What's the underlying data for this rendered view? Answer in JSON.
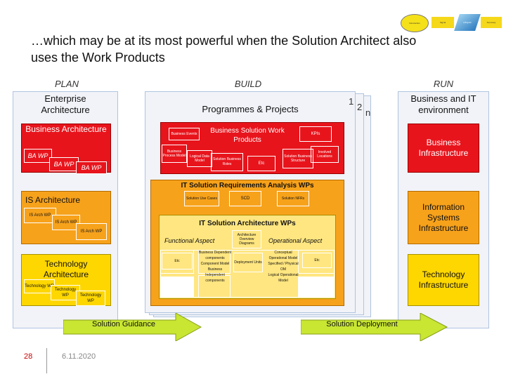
{
  "slide": {
    "title_line1": "…which may be at its most powerful when the Solution Architect also",
    "title_line2": "uses the Work Products",
    "page_number": "28",
    "date": "6.11.2020"
  },
  "nav": {
    "items": [
      {
        "label": "Introduction"
      },
      {
        "label": "Signal"
      },
      {
        "label": "Lifecycle"
      },
      {
        "label": "Summary"
      }
    ]
  },
  "columns": {
    "plan": "PLAN",
    "build": "BUILD",
    "run": "RUN"
  },
  "enterprise": {
    "title": "Enterprise Architecture",
    "business_arch": "Business Architecture",
    "ba_wp": "BA WP",
    "is_arch": "IS Architecture",
    "is_arch_wp": "IS Arch WP",
    "tech_arch": "Technology Architecture",
    "tech_wp": "Technology WP"
  },
  "programmes": {
    "title": "Programmes & Projects",
    "stack_1": "1",
    "stack_2": "2",
    "stack_n": "n"
  },
  "business_solution": {
    "title": "Business Solution Work Products",
    "business_events": "Business Events",
    "kpis": "KPIs",
    "business_process_model": "Business Process Model",
    "logical_data_model": "Logical Data Model",
    "solution_business_roles": "Solution Business Roles",
    "etc": "Etc",
    "solution_business_structure": "Solution Business Structure",
    "involved_locations": "Involved Locations"
  },
  "it_requirements": {
    "title": "IT Solution Requirements Analysis WPs",
    "solution_use_cases": "Solution Use Cases",
    "scd": "SCD",
    "solution_nfrs": "Solution NFRs"
  },
  "it_architecture": {
    "title": "IT Solution Architecture WPs",
    "functional_aspect": "Functional Aspect",
    "operational_aspect": "Operational Aspect",
    "aod": "Architecture Overview Diagrams",
    "etc_left": "Etc",
    "business_dependent": "Business Dependent components",
    "component_model": "Component Model",
    "business_independent": "Business Independent components",
    "deployment_units": "Deployment Units",
    "conceptual_op_model": "Conceptual Operational Model",
    "specified_physical_om": "Specified / Physical OM",
    "logical_op_model": "Logical Operational Model",
    "etc_right": "Etc"
  },
  "run": {
    "title": "Business and IT environment",
    "business_infra": "Business Infrastructure",
    "is_infra": "Information Systems Infrastructure",
    "tech_infra": "Technology Infrastructure"
  },
  "arrows": {
    "guidance": "Solution Guidance",
    "deployment": "Solution Deployment"
  },
  "colors": {
    "red": "#e8141c",
    "orange": "#f7a21b",
    "yellow": "#ffd700",
    "yellow_pale": "#ffe680",
    "green_arrow": "#c8e632",
    "panel_border": "#b0c4e0"
  }
}
